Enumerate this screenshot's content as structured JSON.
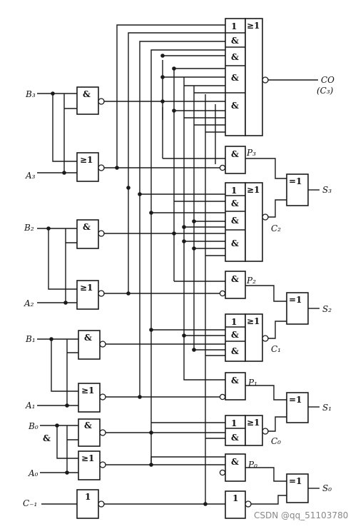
{
  "inputs": {
    "b3": "B₃",
    "a3": "A₃",
    "b2": "B₂",
    "a2": "A₂",
    "b1": "B₁",
    "a1": "A₁",
    "b0": "B₀",
    "a0": "A₀",
    "cin": "C₋₁"
  },
  "outputs": {
    "co": "CO",
    "c3": "(C₃)",
    "s3": "S₃",
    "s2": "S₂",
    "s1": "S₁",
    "s0": "S₀"
  },
  "nodes": {
    "p3": "P₃",
    "p2": "P₂",
    "p1": "P₁",
    "p0": "P₀",
    "c2": "C₂",
    "c1": "C₁",
    "c0": "C₀"
  },
  "symbols": {
    "and": "&",
    "or": "≥1",
    "xor": "=1",
    "one": "1",
    "stray_and": "&"
  },
  "watermark": "CSDN @qq_51103780"
}
